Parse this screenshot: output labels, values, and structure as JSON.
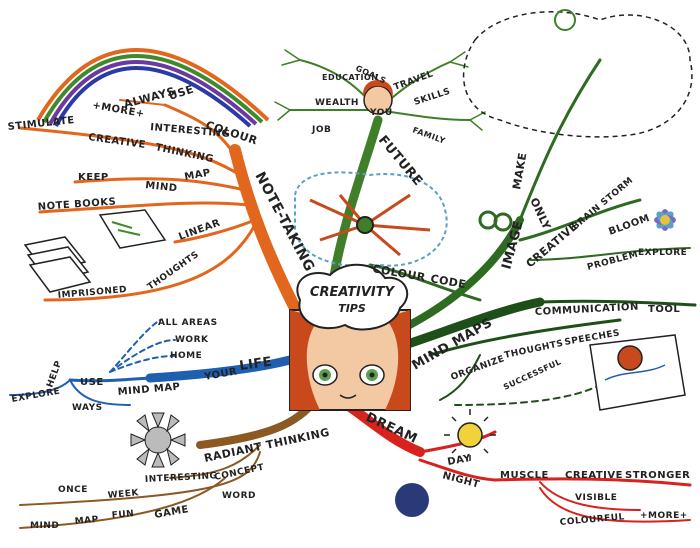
{
  "central": {
    "title_line1": "CREATIVITY",
    "title_line2": "TIPS",
    "colors": {
      "hair": "#c84a1c",
      "skin": "#f3c9a4",
      "eyes": "#5aa050"
    }
  },
  "note_taking": {
    "main": "NOTE-TAKING",
    "words": [
      "USE",
      "ALWAYS",
      "COLOUR",
      "+MORE+",
      "INTERESTING",
      "STIMULATE",
      "CREATIVE",
      "THINKING",
      "KEEP",
      "MIND",
      "MAP",
      "NOTE BOOKS",
      "LINEAR",
      "IMPRISONED",
      "THOUGHTS"
    ],
    "color": "#e2661e"
  },
  "future": {
    "main": "FUTURE",
    "words": [
      "GOALS",
      "EDUCATION",
      "TRAVEL",
      "WEALTH",
      "YOU",
      "SKILLS",
      "JOB",
      "FAMILY"
    ],
    "color": "#3f7f2a"
  },
  "image": {
    "main": "IMAGE",
    "words": [
      "MAKE",
      "ONLY",
      "CREATIVE",
      "BRAIN STORM",
      "BLOOM",
      "PROBLEM",
      "EXPLORE",
      "COLOUR",
      "CODE"
    ],
    "color": "#2f6a22"
  },
  "mind_maps": {
    "main": "MIND MAPS",
    "words": [
      "COMMUNICATION",
      "TOOL",
      "ORGANIZE",
      "THOUGHTS",
      "SPEECHES",
      "SUCCESSFUL"
    ],
    "color": "#1f4f18"
  },
  "life": {
    "main": "LIFE",
    "words": [
      "ALL AREAS",
      "WORK",
      "HOME",
      "YOUR",
      "MIND MAP",
      "USE",
      "HELP",
      "EXPLORE",
      "WAYS"
    ],
    "color": "#1f5fb0"
  },
  "radiant": {
    "main": "RADIANT THINKING",
    "words": [
      "INTERESTING",
      "CONCEPT",
      "WORD",
      "ONCE",
      "WEEK",
      "FUN",
      "GAME",
      "MIND",
      "MAP"
    ],
    "color": "#8a5a22"
  },
  "dream": {
    "main": "DREAM",
    "words": [
      "DAY",
      "NIGHT",
      "MUSCLE",
      "CREATIVE",
      "STRONGER",
      "VISIBLE",
      "COLOURFUL",
      "+MORE+"
    ],
    "color": "#d8221e"
  },
  "rainbow": {
    "colors": [
      "#e2661e",
      "#3f8a2a",
      "#6a3aa0",
      "#2a3aa8"
    ]
  }
}
